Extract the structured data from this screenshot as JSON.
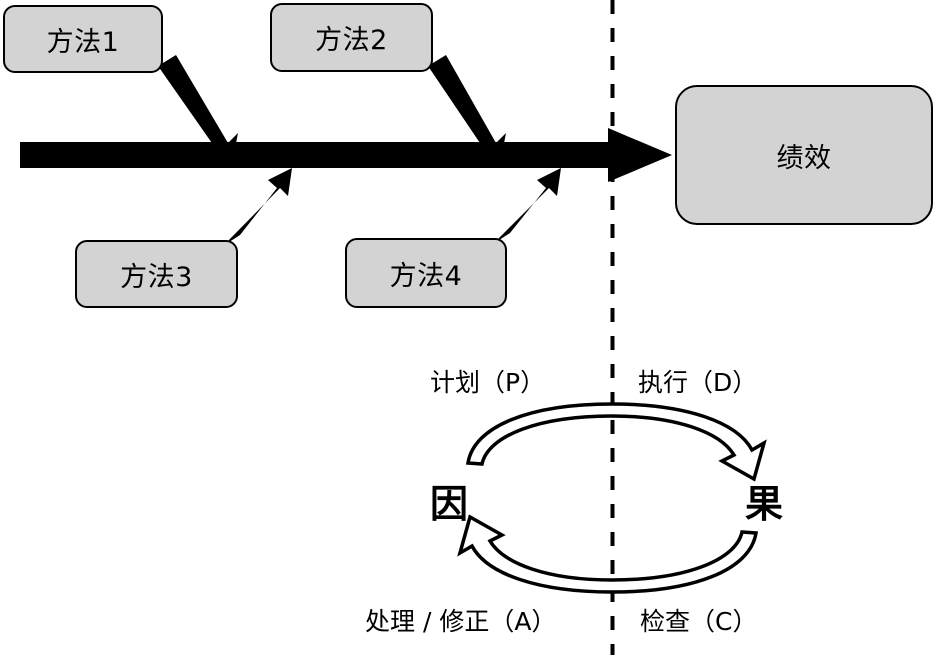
{
  "diagram": {
    "type": "fishbone-pdca",
    "background_color": "#ffffff",
    "box_fill_color": "#d3d3d3",
    "stroke_color": "#000000"
  },
  "cause_boxes": [
    {
      "label": "方法1",
      "position": "top-left"
    },
    {
      "label": "方法2",
      "position": "top-middle"
    },
    {
      "label": "方法3",
      "position": "bottom-left"
    },
    {
      "label": "方法4",
      "position": "bottom-middle"
    }
  ],
  "result_box": {
    "label": "绩效"
  },
  "spine": {
    "name": "main-arrow",
    "direction": "left-to-right"
  },
  "divider": {
    "name": "vertical-dashed-divider",
    "style": "dashed"
  },
  "pdca": {
    "plan": "计划（P）",
    "do": "执行（D）",
    "act": "处理 / 修正（A）",
    "check": "检查（C）",
    "cause": "因",
    "effect": "果"
  }
}
